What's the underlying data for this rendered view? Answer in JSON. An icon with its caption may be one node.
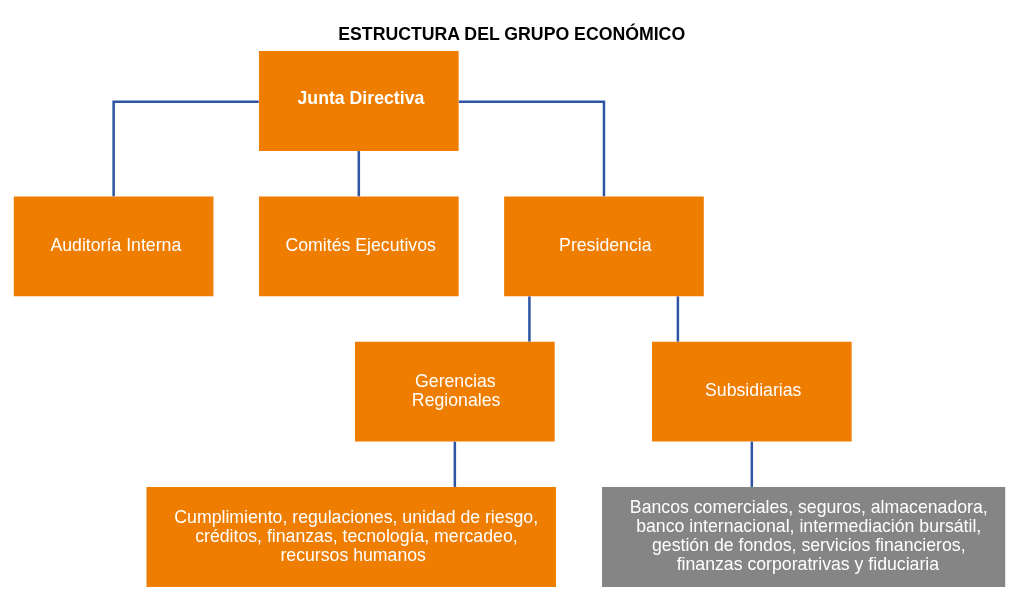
{
  "diagram": {
    "title": "ESTRUCTURA DEL GRUPO ECONÓMICO",
    "nodes": [
      {
        "text": [
          "Junta Directiva"
        ]
      },
      {
        "text": [
          "Auditoría Interna"
        ]
      },
      {
        "text": [
          "Comités Ejecutivos"
        ]
      },
      {
        "text": [
          "Presidencia"
        ]
      },
      {
        "text": [
          "Gerencias Regionales"
        ]
      },
      {
        "text": [
          "Subsidiarias"
        ]
      },
      {
        "text": [
          "Cumplimiento, regulaciones, unidad de riesgo, créditos, finanzas, tecnología, mercadeo, recursos humanos"
        ]
      },
      {
        "text": [
          "Bancos comerciales, seguros, almacenadora, banco internacional, intermediación bursátil, gestión de fondos, servicios financieros, finanzas corporatrivas y fiduciaria"
        ]
      }
    ],
    "edges": [
      {
        "from": 0,
        "to": 1,
        "arrow": "none"
      },
      {
        "from": 0,
        "to": 2,
        "arrow": "none"
      },
      {
        "from": 0,
        "to": 3,
        "arrow": "none"
      },
      {
        "from": 3,
        "to": 4,
        "arrow": "none"
      },
      {
        "from": 3,
        "to": 5,
        "arrow": "none"
      },
      {
        "from": 4,
        "to": 6,
        "arrow": "none"
      },
      {
        "from": 5,
        "to": 7,
        "arrow": "none"
      }
    ]
  }
}
